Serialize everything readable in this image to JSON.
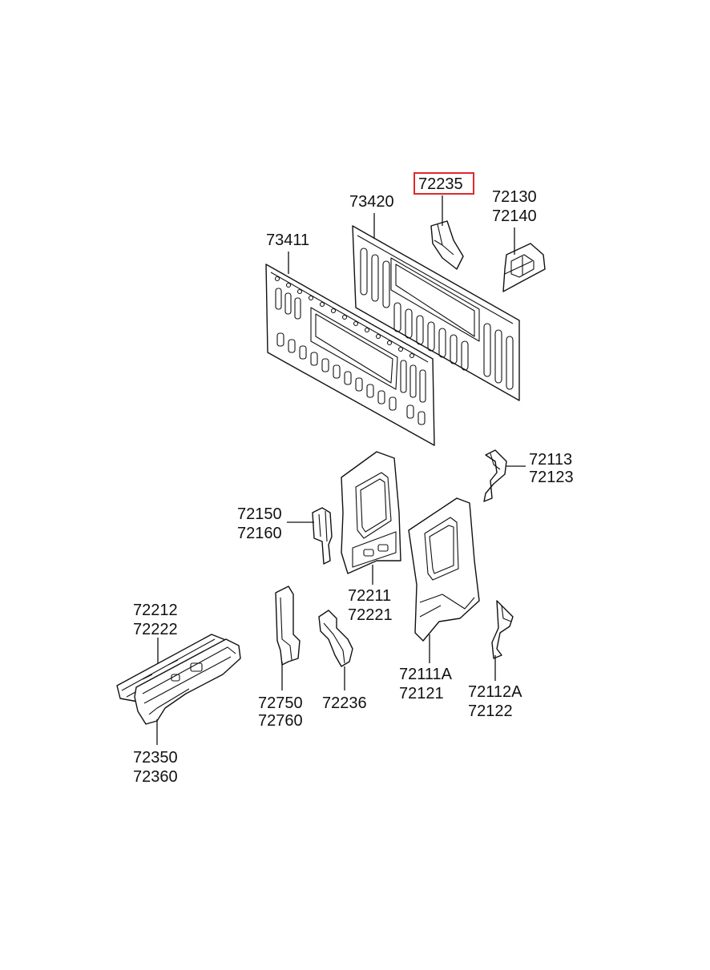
{
  "colors": {
    "highlight": "#e0282d",
    "ink": "#111111",
    "background": "#ffffff"
  },
  "labels": {
    "p73420": "73420",
    "p72235": "72235",
    "p72130": "72130",
    "p72140": "72140",
    "p73411": "73411",
    "p72113": "72113",
    "p72123": "72123",
    "p72150": "72150",
    "p72160": "72160",
    "p72211": "72211",
    "p72221": "72221",
    "p72212": "72212",
    "p72222": "72222",
    "p72111A": "72111A",
    "p72121": "72121",
    "p72112A": "72112A",
    "p72122": "72122",
    "p72750": "72750",
    "p72760": "72760",
    "p72236": "72236",
    "p72350": "72350",
    "p72360": "72360"
  }
}
